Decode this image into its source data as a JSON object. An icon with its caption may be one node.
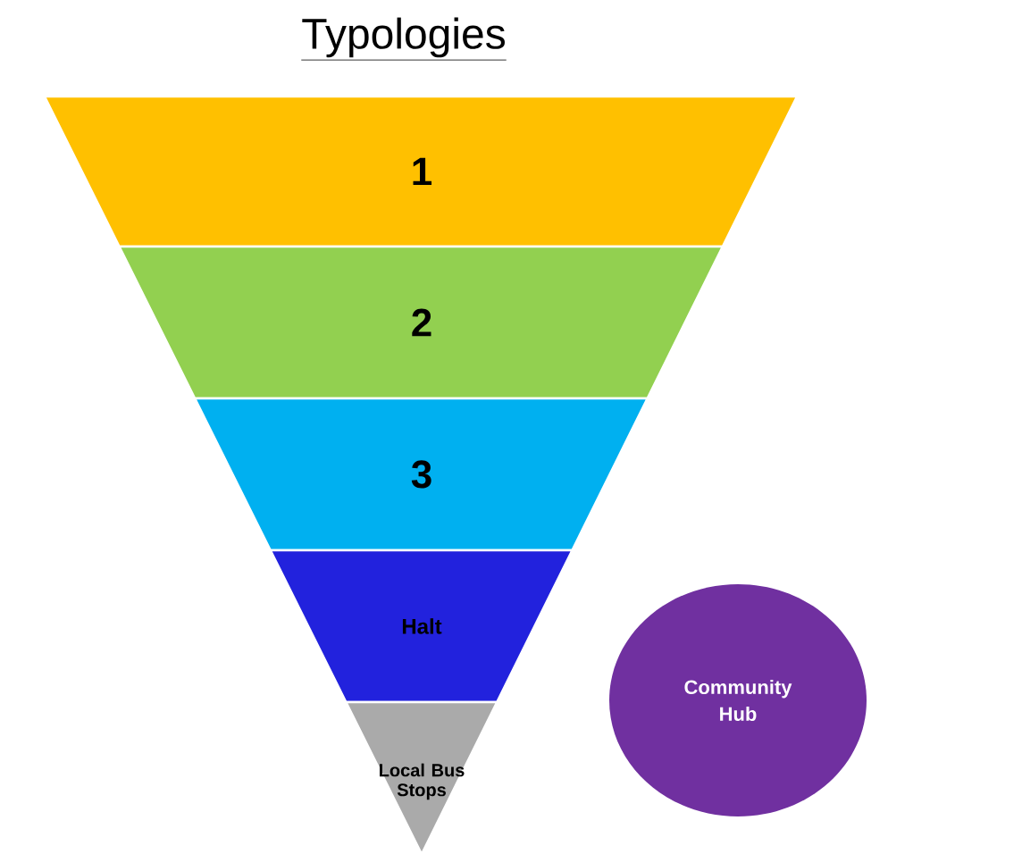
{
  "diagram": {
    "title": "Typologies",
    "nodes": [
      {
        "text": [
          "1"
        ]
      },
      {
        "text": [
          "2"
        ]
      },
      {
        "text": [
          "3"
        ]
      },
      {
        "text": [
          "Halt"
        ]
      },
      {
        "text": [
          "Local Bus Stops"
        ]
      },
      {
        "text": [
          "Community Hub"
        ]
      }
    ]
  }
}
